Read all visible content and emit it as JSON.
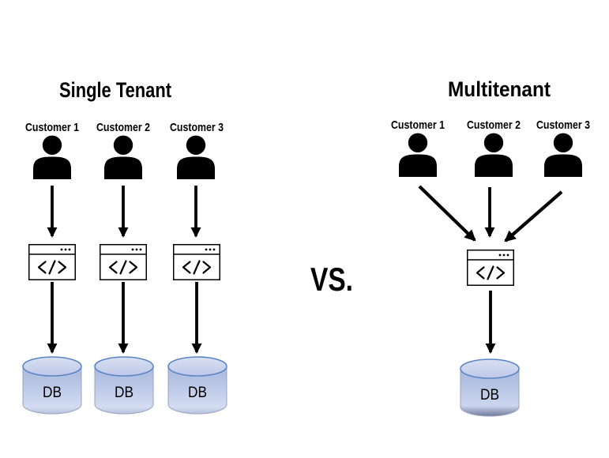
{
  "diagram": {
    "vs_label": "VS.",
    "left_panel": {
      "title": "Single Tenant",
      "customers": [
        "Customer 1",
        "Customer 2",
        "Customer 3"
      ],
      "db_labels": [
        "DB",
        "DB",
        "DB"
      ]
    },
    "right_panel": {
      "title": "Multitenant",
      "customers": [
        "Customer 1",
        "Customer 2",
        "Customer 3"
      ],
      "db_label": "DB"
    },
    "icons": {
      "customer": "person-icon",
      "application": "app-window-icon",
      "code_glyph": "code-icon",
      "database": "database-cylinder-icon",
      "connector": "arrow-icon"
    },
    "colors": {
      "background": "#ffffff",
      "ink": "#000000",
      "db_body": "#b7c4e4",
      "db_top": "#cdd7ef",
      "db_rim": "#5b86c6",
      "db_outline": "#9aa3bd",
      "db_shadow": "#707a9b"
    }
  }
}
